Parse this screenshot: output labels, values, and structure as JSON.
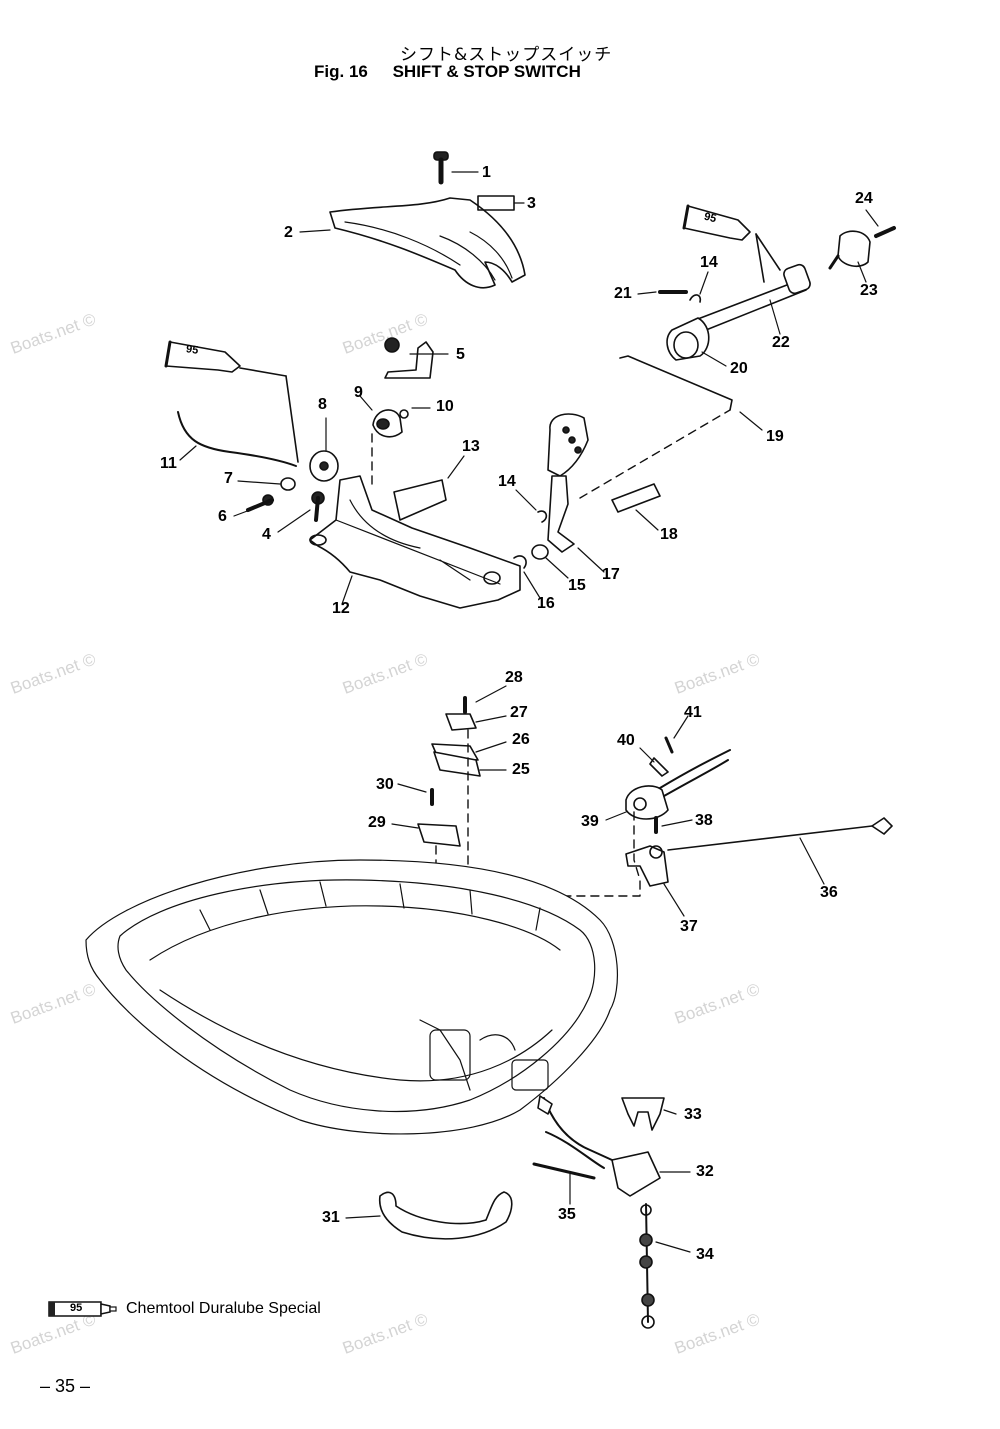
{
  "title": {
    "japanese": "シフト&ストップスイッチ",
    "figure": "Fig. 16",
    "english": "SHIFT & STOP SWITCH"
  },
  "watermark": "Boats.net ©",
  "callouts": [
    "1",
    "2",
    "3",
    "4",
    "5",
    "6",
    "7",
    "8",
    "9",
    "10",
    "11",
    "12",
    "13",
    "14",
    "14",
    "15",
    "16",
    "17",
    "18",
    "19",
    "20",
    "21",
    "22",
    "23",
    "24",
    "25",
    "26",
    "27",
    "28",
    "29",
    "30",
    "31",
    "32",
    "33",
    "34",
    "35",
    "36",
    "37",
    "38",
    "39",
    "40",
    "41"
  ],
  "tube_label": "95",
  "legend": {
    "badge": "95",
    "text": "Chemtool Duralube Special"
  },
  "page_number": "– 35 –"
}
